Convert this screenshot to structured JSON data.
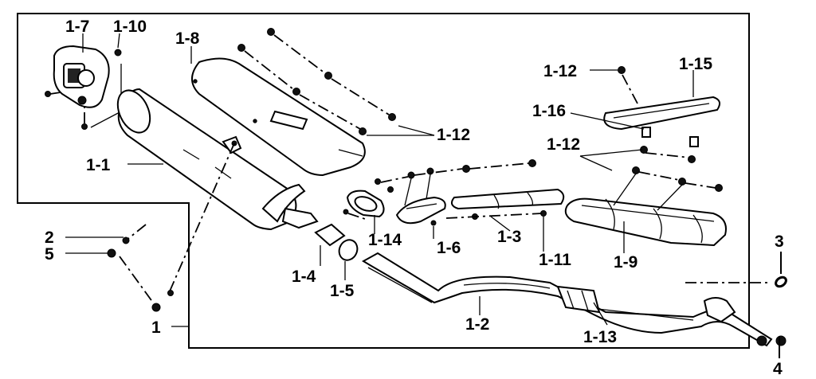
{
  "diagram": {
    "callouts": {
      "p1_7": "1-7",
      "p1_10": "1-10",
      "p1_8": "1-8",
      "p1_12_top": "1-12",
      "p1_15": "1-15",
      "p1_16": "1-16",
      "p1_12_mid": "1-12",
      "p1_12_right": "1-12",
      "p1_1": "1-1",
      "p2": "2",
      "p5": "5",
      "p1_14": "1-14",
      "p1_6": "1-6",
      "p1_3": "1-3",
      "p1_11": "1-11",
      "p1_9": "1-9",
      "p1_4": "1-4",
      "p1_5": "1-5",
      "p3": "3",
      "p1_2": "1-2",
      "p1_13": "1-13",
      "p1": "1",
      "p4": "4"
    },
    "line_color": "#000000",
    "background": "#ffffff"
  }
}
